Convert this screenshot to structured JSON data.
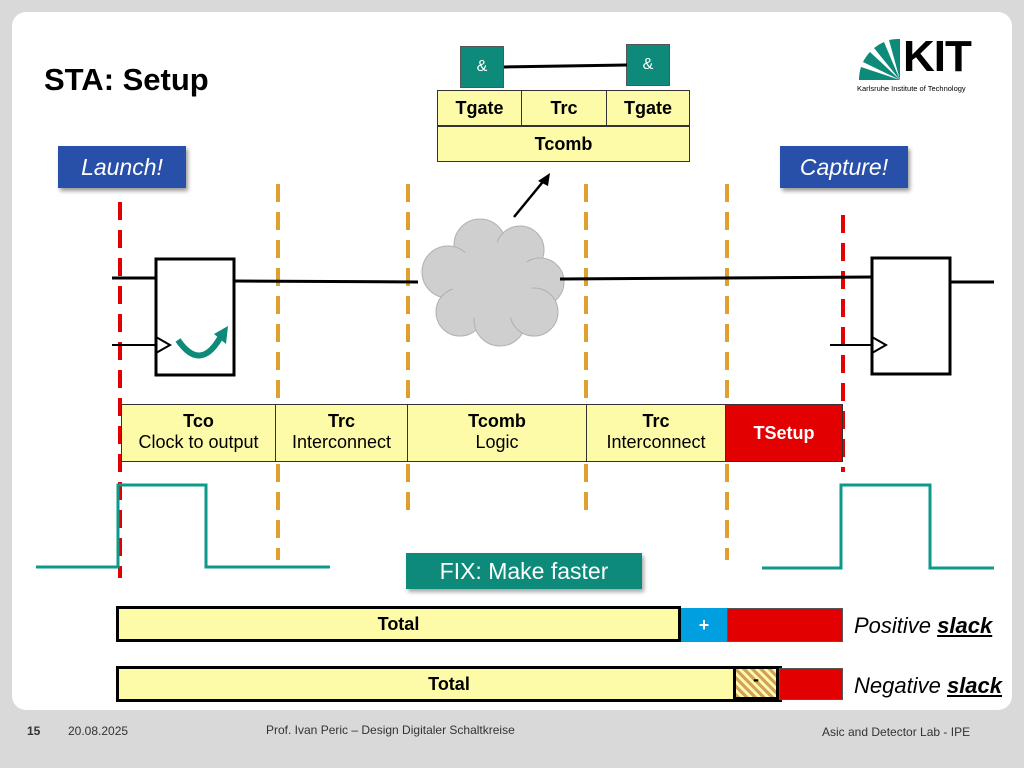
{
  "title": "STA: Setup",
  "logo": {
    "text": "KIT",
    "subtitle": "Karlsruhe Institute of Technology"
  },
  "gates": [
    "&",
    "&"
  ],
  "path_detail": {
    "tgate_left": "Tgate",
    "trc": "Trc",
    "tgate_right": "Tgate",
    "tcomb": "Tcomb"
  },
  "callouts": {
    "launch": "Launch!",
    "capture": "Capture!"
  },
  "segments": [
    {
      "name": "Tco",
      "desc": "Clock to output"
    },
    {
      "name": "Trc",
      "desc": "Interconnect"
    },
    {
      "name": "Tcomb",
      "desc": "Logic"
    },
    {
      "name": "Trc",
      "desc": "Interconnect"
    }
  ],
  "tsetup": "TSetup",
  "fix": "FIX: Make faster",
  "bars": {
    "positive": {
      "total": "Total",
      "sign": "+",
      "label_plain": "Positive ",
      "label_bold": "slack"
    },
    "negative": {
      "total": "Total",
      "sign": "-",
      "label_plain": "Negative ",
      "label_bold": "slack"
    }
  },
  "footer": {
    "page": "15",
    "date": "20.08.2025",
    "author": "Prof. Ivan Peric – Design Digitaler Schaltkreise",
    "lab": "Asic and Detector Lab - IPE"
  },
  "colors": {
    "teal": "#0d8a7a",
    "red": "#e30000",
    "blue": "#00a0e0",
    "yellow": "#fdfaa8",
    "callout_blue": "#2850a8",
    "dash_gold": "#e0a030"
  }
}
